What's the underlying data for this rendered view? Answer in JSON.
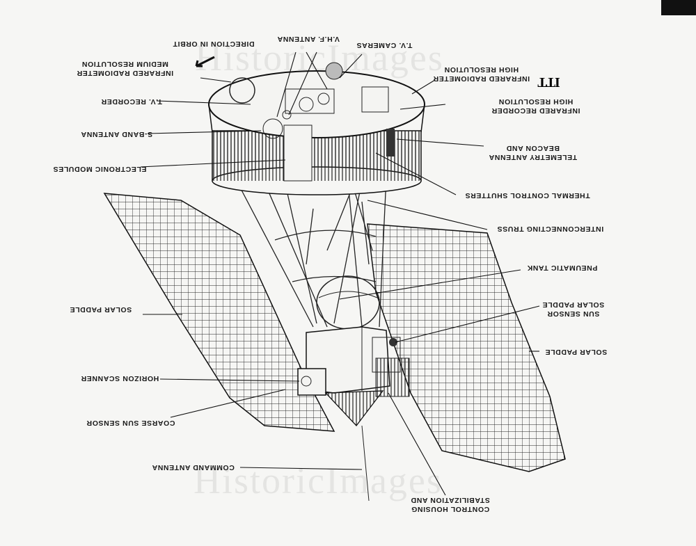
{
  "watermark": "HistoricImages",
  "logo": "ITT",
  "labels": {
    "direction_in_orbit": "DIRECTION IN ORBIT",
    "vhf_antenna": "V.H.F. ANTENNA",
    "tv_cameras": "T.V. CAMERAS",
    "medium_res_radiometer_1": "MEDIUM RESOLUTION",
    "medium_res_radiometer_2": "INFRARED RADIOMETER",
    "high_res_radiometer_1": "HIGH RESOLUTION",
    "high_res_radiometer_2": "INFRARED RADIOMETER",
    "tv_recorder": "T.V. RECORDER",
    "high_res_recorder_1": "HIGH RESOLUTION",
    "high_res_recorder_2": "INFRARED RECORDER",
    "s_band_antenna": "S-BAND ANTENNA",
    "beacon_1": "BEACON AND",
    "beacon_2": "TELEMETRY ANTENNA",
    "electronic_modules": "ELECTRONIC MODULES",
    "thermal_shutters": "THERMAL CONTROL SHUTTERS",
    "interconnecting_truss": "INTERCONNECTING TRUSS",
    "pneumatic_tank": "PNEUMATIC TANK",
    "solar_paddle_left": "SOLAR PADDLE",
    "paddle_sun_sensor_1": "SOLAR PADDLE",
    "paddle_sun_sensor_2": "SUN SENSOR",
    "solar_paddle_right": "SOLAR PADDLE",
    "horizon_scanner": "HORIZON SCANNER",
    "coarse_sun_sensor": "COARSE SUN SENSOR",
    "command_antenna": "COMMAND ANTENNA",
    "stabilization_1": "STABILIZATION AND",
    "stabilization_2": "CONTROL HOUSING"
  }
}
